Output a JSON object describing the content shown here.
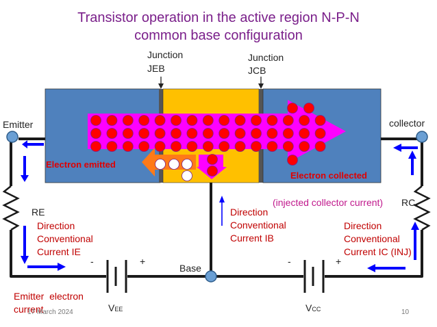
{
  "title_line1": "Transistor operation in the active region N-P-N",
  "title_line2": "common base configuration",
  "junction_eb": {
    "line1": "Junction",
    "line2": "JEB"
  },
  "junction_cb": {
    "line1": "Junction",
    "line2": "JCB"
  },
  "emitter_label": "Emitter",
  "collector_label": "collector",
  "electron_emitted": "Electron emitted",
  "electron_collected": "Electron collected",
  "injected_current": "(injected collector current)",
  "re_label": "RE",
  "rc_label": "RC",
  "ie_direction": [
    "Direction",
    "Conventional",
    "Current IE"
  ],
  "ib_direction": [
    "Direction",
    "Conventional",
    "Current IB"
  ],
  "ic_direction": [
    "Direction",
    "Conventional",
    "Current IC (INJ)"
  ],
  "base_label": "Base",
  "vee": {
    "main": "V",
    "sub": "EE",
    "minus": "-",
    "plus": "+"
  },
  "vcc": {
    "main": "V",
    "sub": "CC",
    "minus": "-",
    "plus": "+"
  },
  "emitter_electron_current": [
    "Emitter  electron",
    "current"
  ],
  "footer_date": "17 March 2024",
  "page_number": "10",
  "colors": {
    "title": "#7a1f8a",
    "n_region": "#4f81bd",
    "p_region": "#ffc000",
    "electron": "#ff0000",
    "arrow_band": "#ff00ff",
    "current_arrow": "#0000ff",
    "terminal": "#6a9fd4"
  }
}
